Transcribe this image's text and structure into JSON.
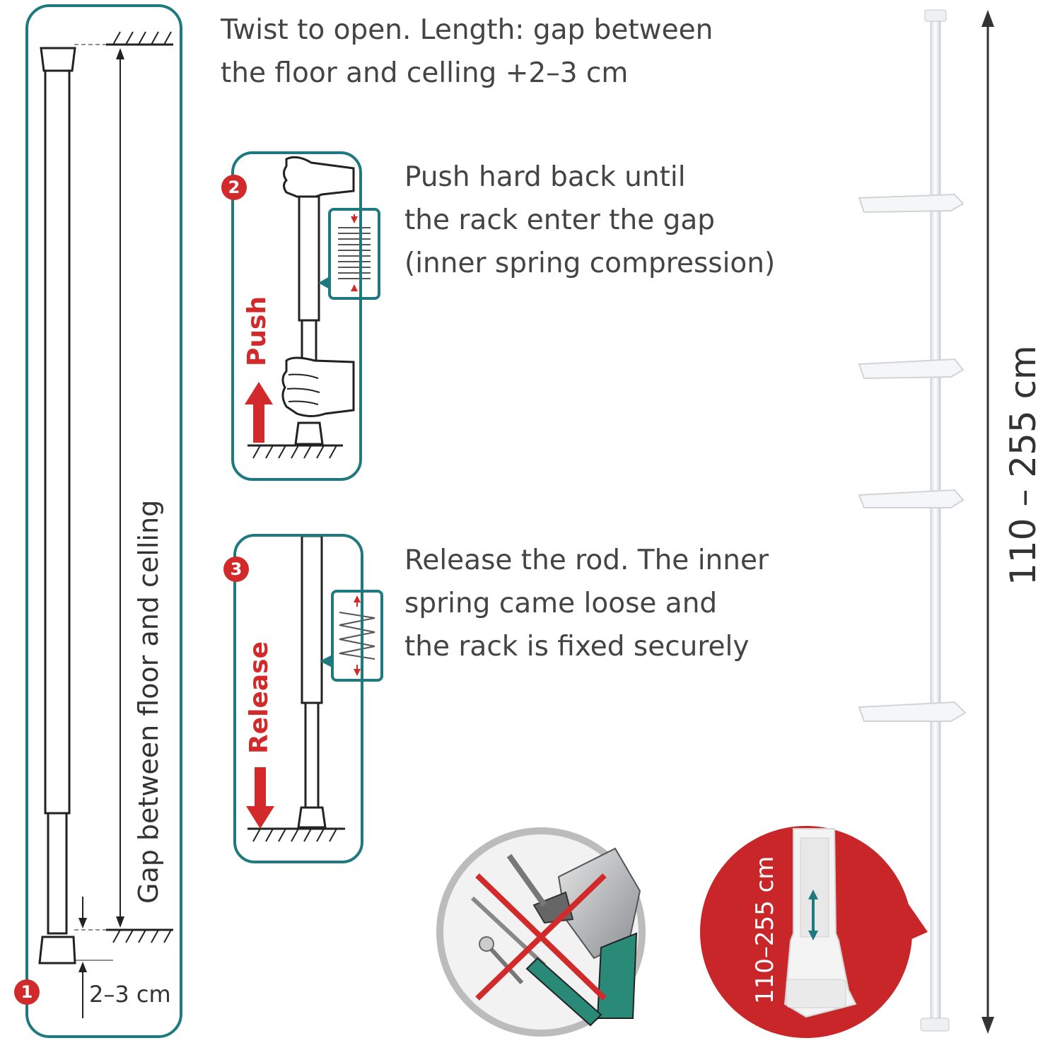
{
  "step1": {
    "badge": "1",
    "gap_label": "Gap between floor and celling",
    "offset_label": "2–3 cm",
    "description_line1": "Twist to open. Length: gap between",
    "description_line2": "the floor and celling +2–3 cm"
  },
  "step2": {
    "badge": "2",
    "action": "Push",
    "line1": "Push hard back until",
    "line2": "the rack enter the gap",
    "line3": "(inner spring compression)"
  },
  "step3": {
    "badge": "3",
    "action": "Release",
    "line1": "Release the rod. The inner",
    "line2": "spring came loose and",
    "line3": "the rack is fixed securely"
  },
  "product": {
    "height_range": "110 – 255 cm",
    "zoom_range": "110–255 cm"
  },
  "colors": {
    "teal": "#1f7a80",
    "red": "#d22a2a",
    "text": "#444444"
  }
}
